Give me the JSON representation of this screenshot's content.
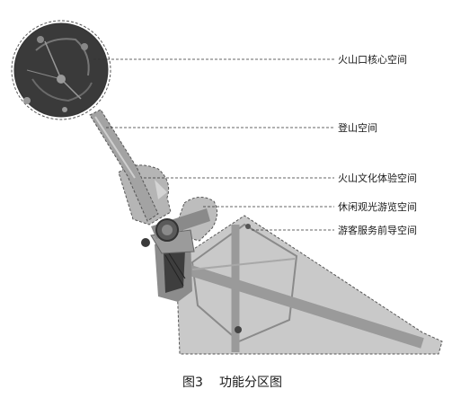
{
  "diagram": {
    "labels": {
      "crater": "火山口核心空间",
      "climb": "登山空间",
      "culture": "火山文化体验空间",
      "leisure": "休闲观光游览空间",
      "service": "游客服务前导空间"
    },
    "caption": {
      "figure_no": "图3",
      "title": "功能分区图"
    }
  }
}
